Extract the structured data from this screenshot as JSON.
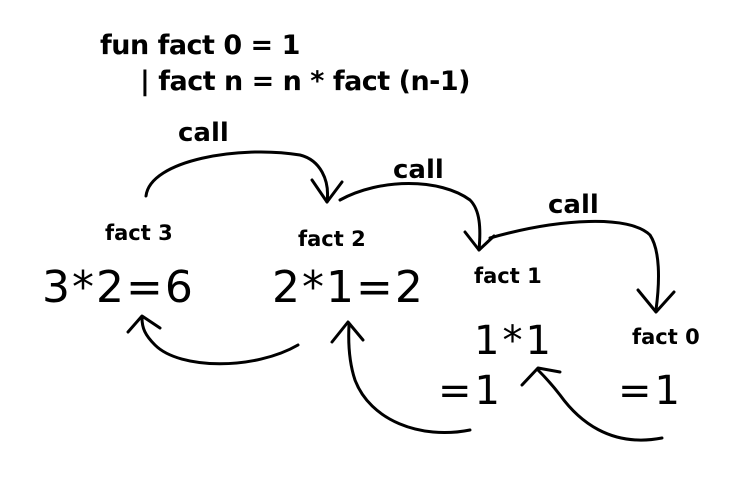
{
  "code": {
    "line1": "fun fact 0 = 1",
    "line2": "| fact n = n * fact (n-1)"
  },
  "calls": [
    "call",
    "call",
    "call"
  ],
  "frames": [
    {
      "label": "fact 3",
      "expr": "3*2=6"
    },
    {
      "label": "fact 2",
      "expr": "2*1=2"
    },
    {
      "label": "fact 1",
      "expr": "1*1",
      "result": "=1"
    },
    {
      "label": "fact 0",
      "result": "=1"
    }
  ]
}
